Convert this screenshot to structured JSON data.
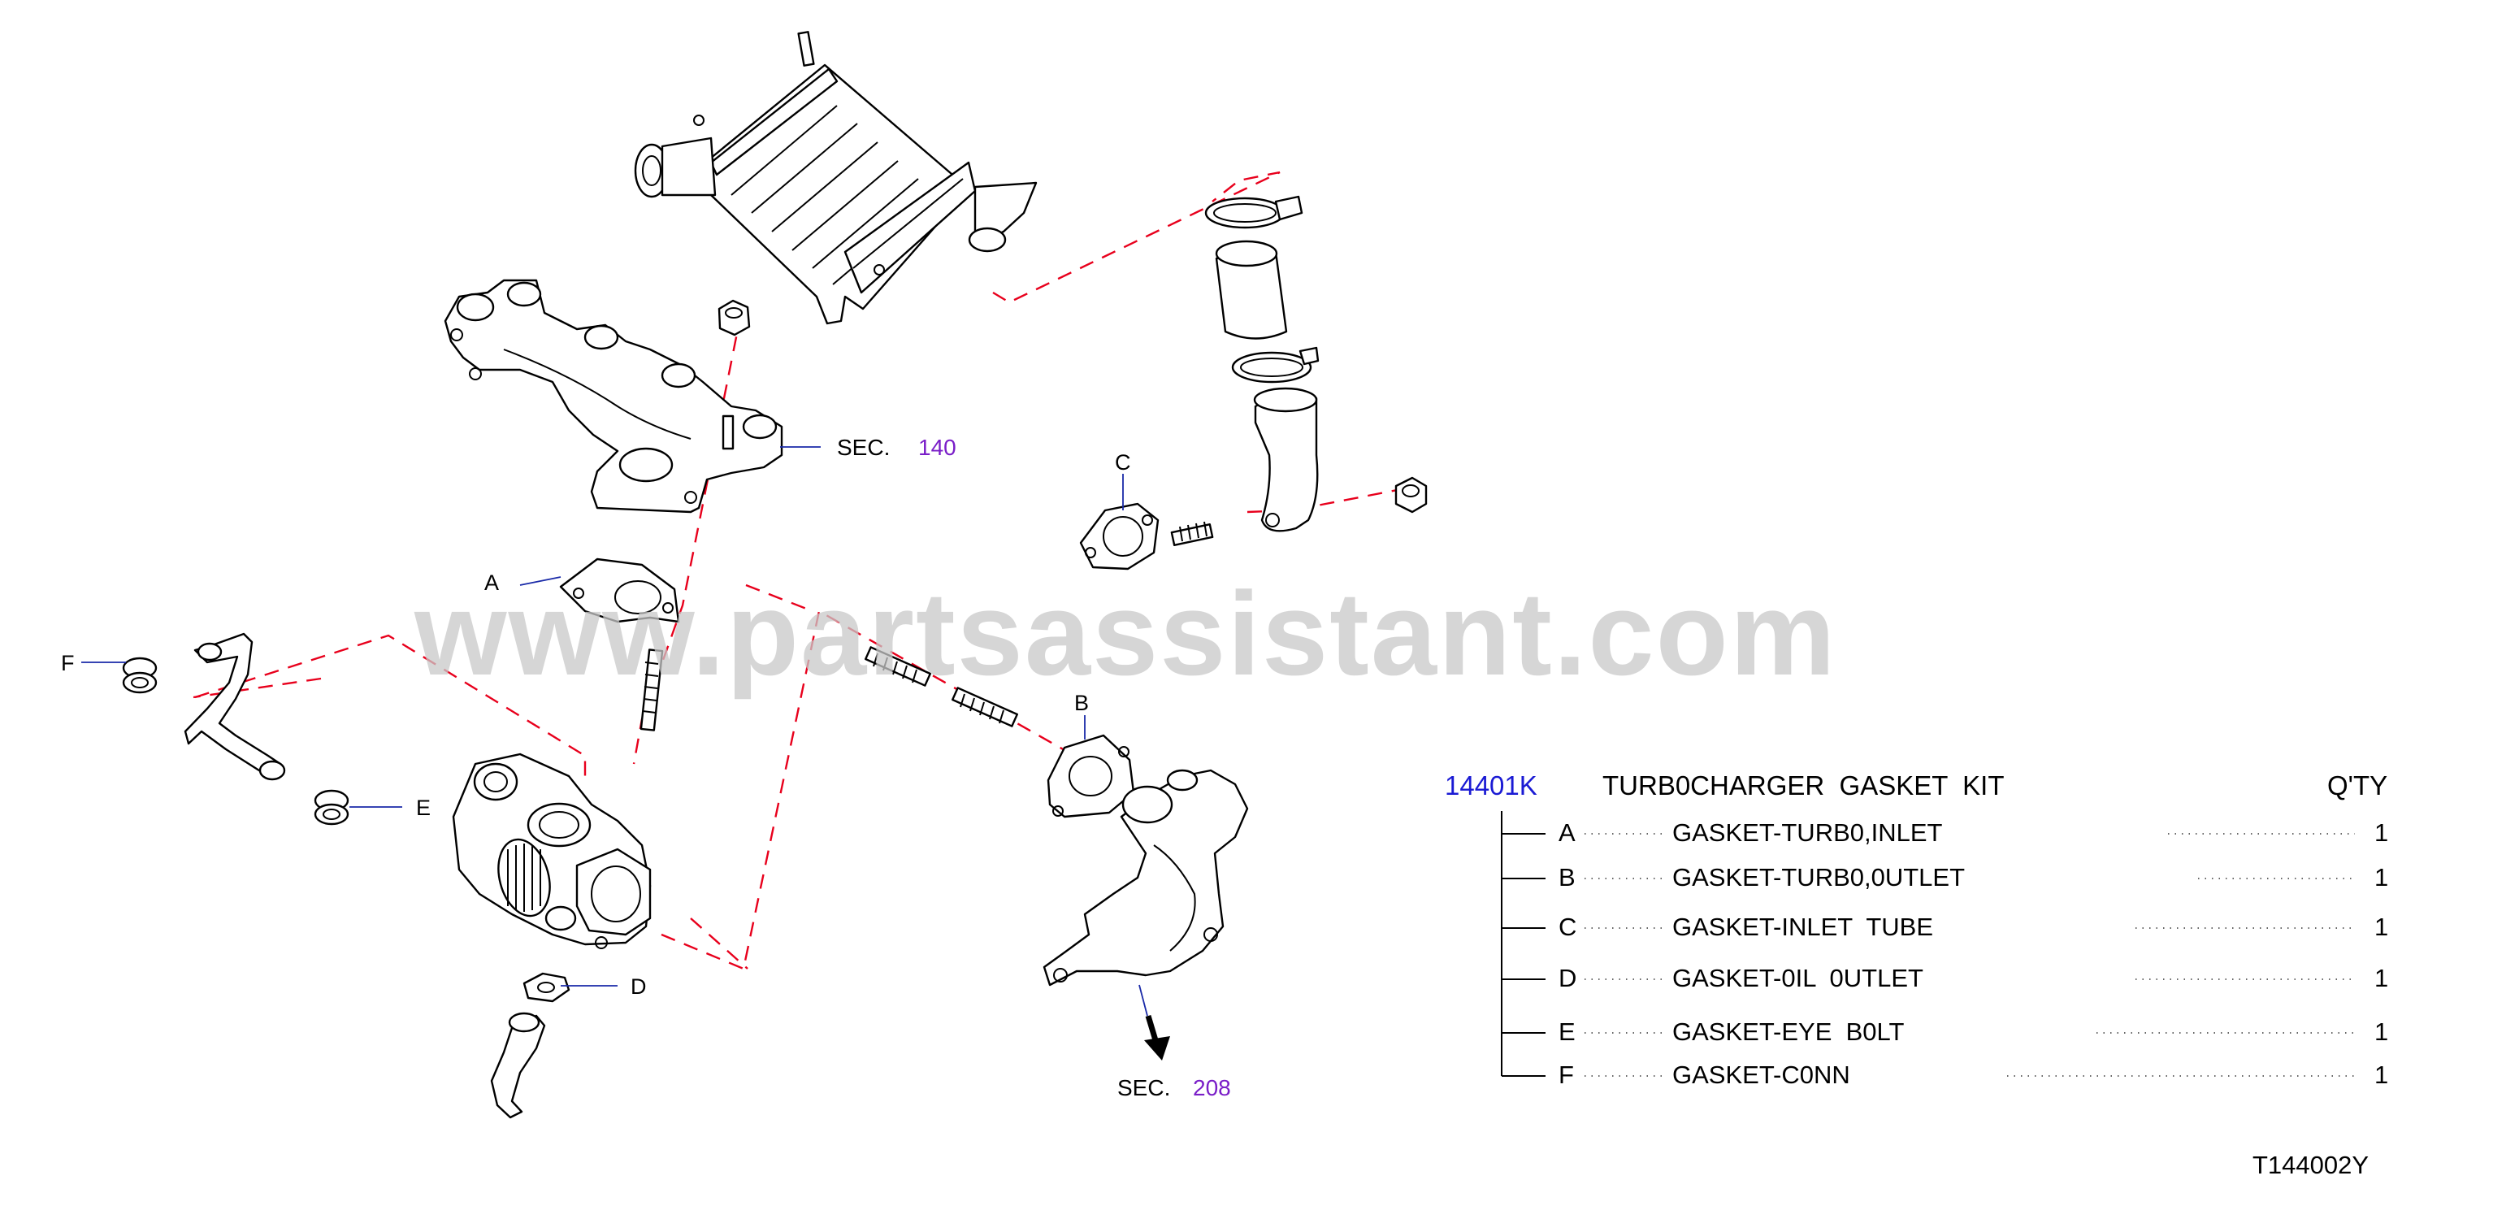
{
  "watermark": "www.partsassistant.com",
  "colors": {
    "part_number": "#1a1ad4",
    "section_number": "#7a1ec8",
    "centerline": "#e8001c",
    "leader": "#1a2aa8",
    "watermark": "#c8c8c8"
  },
  "callouts": {
    "A": "A",
    "B": "B",
    "C": "C",
    "D": "D",
    "E": "E",
    "F": "F"
  },
  "sections": [
    {
      "prefix": "SEC.",
      "number": "140"
    },
    {
      "prefix": "SEC.",
      "number": "208"
    }
  ],
  "parts_list": {
    "part_number": "14401K",
    "title": "TURB0CHARGER  GASKET  KIT",
    "qty_header": "Q'TY",
    "items": [
      {
        "letter": "A",
        "name": "GASKET-TURB0,INLET",
        "qty": "1"
      },
      {
        "letter": "B",
        "name": "GASKET-TURB0,0UTLET",
        "qty": "1"
      },
      {
        "letter": "C",
        "name": "GASKET-INLET  TUBE",
        "qty": "1"
      },
      {
        "letter": "D",
        "name": "GASKET-0IL  0UTLET",
        "qty": "1"
      },
      {
        "letter": "E",
        "name": "GASKET-EYE  B0LT",
        "qty": "1"
      },
      {
        "letter": "F",
        "name": "GASKET-C0NN",
        "qty": "1"
      }
    ]
  },
  "diagram_code": "T144002Y"
}
